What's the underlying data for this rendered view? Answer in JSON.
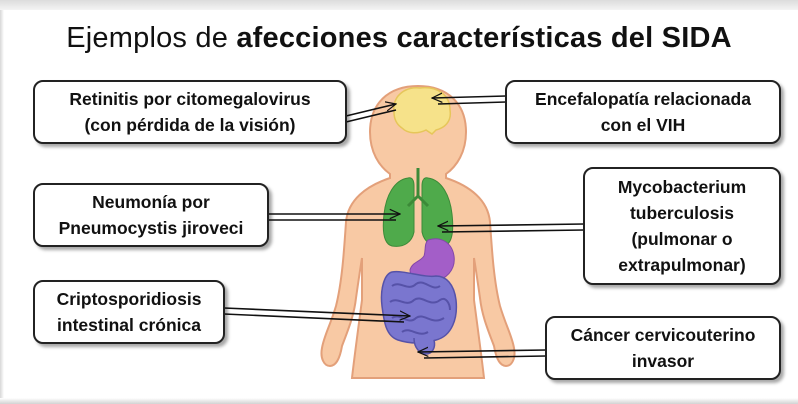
{
  "title": {
    "normal": "Ejemplos de",
    "bold": "afecciones características del SIDA"
  },
  "conditions": [
    {
      "id": "retinitis",
      "lines": [
        "Retinitis por citomegalovirus",
        "(con pérdida de la visión)"
      ],
      "organ": "eyes"
    },
    {
      "id": "encefalopatia",
      "lines": [
        "Encefalopatía relacionada",
        "con el VIH"
      ],
      "organ": "brain"
    },
    {
      "id": "neumonia",
      "lines": [
        "Neumonía por",
        "Pneumocystis jiroveci"
      ],
      "organ": "right-lung"
    },
    {
      "id": "mycobacterium",
      "lines": [
        "Mycobacterium",
        "tuberculosis",
        "(pulmonar o",
        "extrapulmonar)"
      ],
      "organ": "left-lung"
    },
    {
      "id": "criptosporidiosis",
      "lines": [
        "Criptosporidiosis",
        "intestinal crónica"
      ],
      "organ": "intestine"
    },
    {
      "id": "cancer",
      "lines": [
        "Cáncer cervicouterino",
        "invasor"
      ],
      "organ": "cervix"
    }
  ],
  "colors": {
    "body_skin": "#f8c9a4",
    "body_outline": "#e3a07a",
    "brain": "#f6e28a",
    "lungs": "#4faa4b",
    "stomach": "#a35ec8",
    "intestine": "#7a76cf",
    "box_border": "#222222",
    "arrow": "#111111"
  }
}
